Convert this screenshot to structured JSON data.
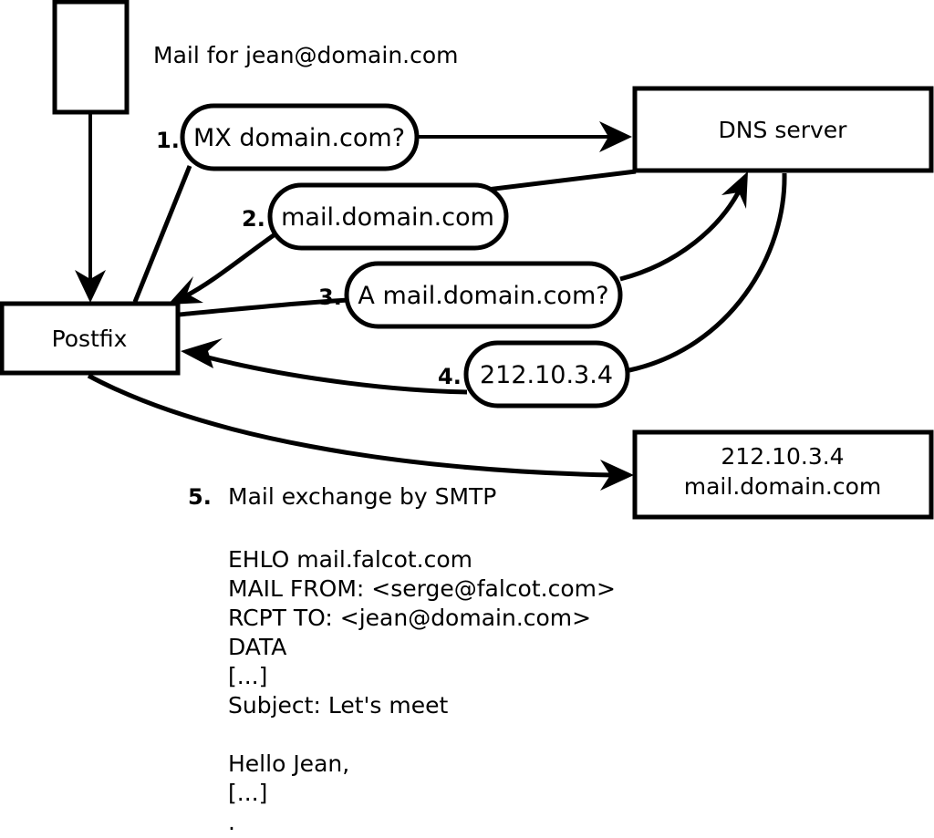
{
  "diagram": {
    "title_text": "Mail for jean@domain.com",
    "nodes": [
      {
        "id": "sender",
        "label": ""
      },
      {
        "id": "postfix",
        "label": "Postfix"
      },
      {
        "id": "dns",
        "label": "DNS server"
      },
      {
        "id": "mailhost",
        "label_line1": "212.10.3.4",
        "label_line2": "mail.domain.com"
      }
    ],
    "steps": [
      {
        "number": "1.",
        "message": "MX domain.com?"
      },
      {
        "number": "2.",
        "message": "mail.domain.com"
      },
      {
        "number": "3.",
        "message": "A mail.domain.com?"
      },
      {
        "number": "4.",
        "message": "212.10.3.4"
      },
      {
        "number": "5.",
        "message": "Mail exchange by SMTP"
      }
    ],
    "smtp_transcript": [
      "EHLO mail.falcot.com",
      "MAIL FROM: <serge@falcot.com>",
      "RCPT TO: <jean@domain.com>",
      "DATA",
      "[...]",
      "Subject: Let's meet",
      "",
      "Hello Jean,",
      "[...]",
      "."
    ],
    "colors": {
      "stroke": "#000000",
      "fill": "#ffffff",
      "text": "#000000"
    }
  }
}
